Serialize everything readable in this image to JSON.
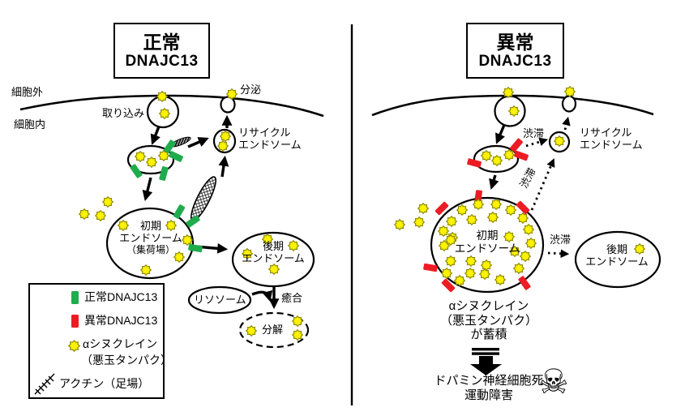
{
  "colors": {
    "normal_dnajc13": "#1FAC4D",
    "abnormal_dnajc13": "#EC1C24",
    "synuclein_fill": "#FFF200",
    "synuclein_stroke": "#8F8F00",
    "line": "#000000",
    "background": "#FFFFFF"
  },
  "left_panel": {
    "title": [
      "正常",
      "DNAJC13"
    ],
    "labels": {
      "extracellular": "細胞外",
      "intracellular": "細胞内",
      "uptake": "取り込み",
      "secretion": "分泌",
      "recycling_endosome": [
        "リサイクル",
        "エンドソーム"
      ],
      "early_endosome": [
        "初期",
        "エンドソーム",
        "（集荷場）"
      ],
      "late_endosome": [
        "後期",
        "エンドソーム"
      ],
      "lysosome": "リソソーム",
      "fusion": "癒合",
      "degradation": "分解"
    }
  },
  "right_panel": {
    "title": [
      "異常",
      "DNAJC13"
    ],
    "labels": {
      "congestion": "渋滞",
      "recycling_endosome": [
        "リサイクル",
        "エンドソーム"
      ],
      "early_endosome": [
        "初期",
        "エンドソーム"
      ],
      "late_endosome": [
        "後期",
        "エンドソーム"
      ],
      "accumulation": [
        "αシヌクレイン",
        "（悪玉タンパク）",
        "が蓄積"
      ],
      "outcome": [
        "ドパミン神経細胞死",
        "運動障害"
      ]
    },
    "skull_icon": "☠"
  },
  "legend": {
    "items": [
      {
        "icon": "normal-dnajc13-swatch",
        "label": "正常DNAJC13"
      },
      {
        "icon": "abnormal-dnajc13-swatch",
        "label": "異常DNAJC13"
      },
      {
        "icon": "alpha-synuclein-icon",
        "label": "αシヌクレイン",
        "label2": "（悪玉タンパク）"
      },
      {
        "icon": "actin-icon",
        "label": "アクチン（足場）"
      }
    ]
  }
}
